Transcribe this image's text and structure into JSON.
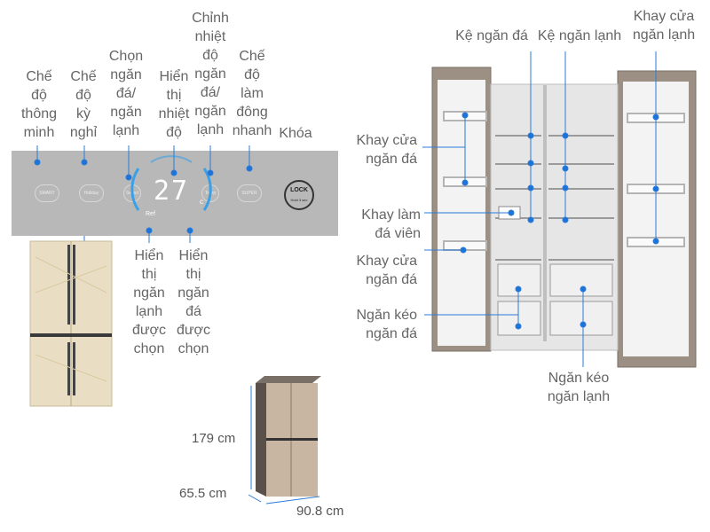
{
  "control_panel": {
    "labels": {
      "smart_mode": "Chế\nđộ\nthông\nminh",
      "holiday_mode": "Chế\nđộ\nkỳ\nnghỉ",
      "select_compartment": "Chọn\nngăn\nđá/\nngăn\nlạnh",
      "show_temperature": "Hiển\nthị\nnhiệt\nđộ",
      "adjust_temperature": "Chỉnh\nnhiệt\nđộ\nngăn\nđá/\nngăn\nlạnh",
      "fast_cooling": "Chế\nđộ\nlàm\nđông\nnhanh",
      "lock": "Khóa",
      "fridge_selected": "Hiển\nthị\nngăn\nlạnh\nđược\nchọn",
      "freezer_selected": "Hiển\nthị\nngăn\nđá\nđược\nchọn"
    },
    "display": {
      "temperature": "27",
      "unit": "c",
      "ref_label": "Ref"
    },
    "button_texts": {
      "smart": "SMART",
      "holiday": "Holiday",
      "select": "Select",
      "temp": "Temp",
      "super": "SUPER",
      "lock": "LOCK",
      "lock_hint": "Hold 3 sec"
    }
  },
  "interior": {
    "labels": {
      "freezer_shelf": "Kệ ngăn đá",
      "fridge_shelf": "Kệ ngăn lạnh",
      "fridge_door_tray": "Khay cửa\nngăn lạnh",
      "freezer_door_tray_top": "Khay cửa\nngăn đá",
      "ice_maker_tray": "Khay làm\nđá viên",
      "freezer_door_tray_bottom": "Khay cửa\nngăn đá",
      "freezer_drawer": "Ngăn kéo\nngăn đá",
      "fridge_drawer": "Ngăn kéo\nngăn lạnh"
    }
  },
  "dimensions": {
    "height": "179 cm",
    "depth": "65.5 cm",
    "width": "90.8 cm"
  },
  "colors": {
    "callout_blue": "#2b7bd9",
    "dot_blue": "#1e73d8",
    "panel_grey": "#b8b8b8",
    "body_cream": "#e8dcc0"
  }
}
